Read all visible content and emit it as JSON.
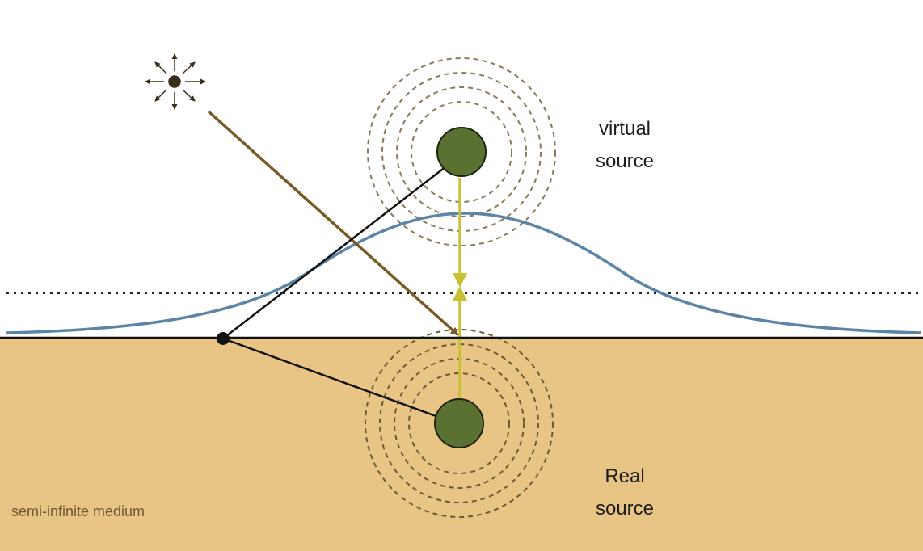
{
  "labels": {
    "virtual_source": [
      "virtual",
      "source"
    ],
    "real_source": [
      "Real",
      "source"
    ],
    "medium": "semi-infinite medium"
  },
  "colors": {
    "background": "#ffffff",
    "medium": "#e8c485",
    "surface_line": "#111111",
    "extrapolated_boundary": "#222222",
    "source_fill": "#5a7132",
    "source_stroke": "#1c2410",
    "rings_above": "#8a7a5a",
    "rings_below": "#6b5a35",
    "reflectance_curve": "#5b84a6",
    "incident_ray": "#7a5a24",
    "mirror_axis": "#c8c035",
    "detector_rays": "#111111",
    "light_source": "#3b2e1a"
  },
  "icons": {
    "light_source": "point-light-source-icon"
  }
}
